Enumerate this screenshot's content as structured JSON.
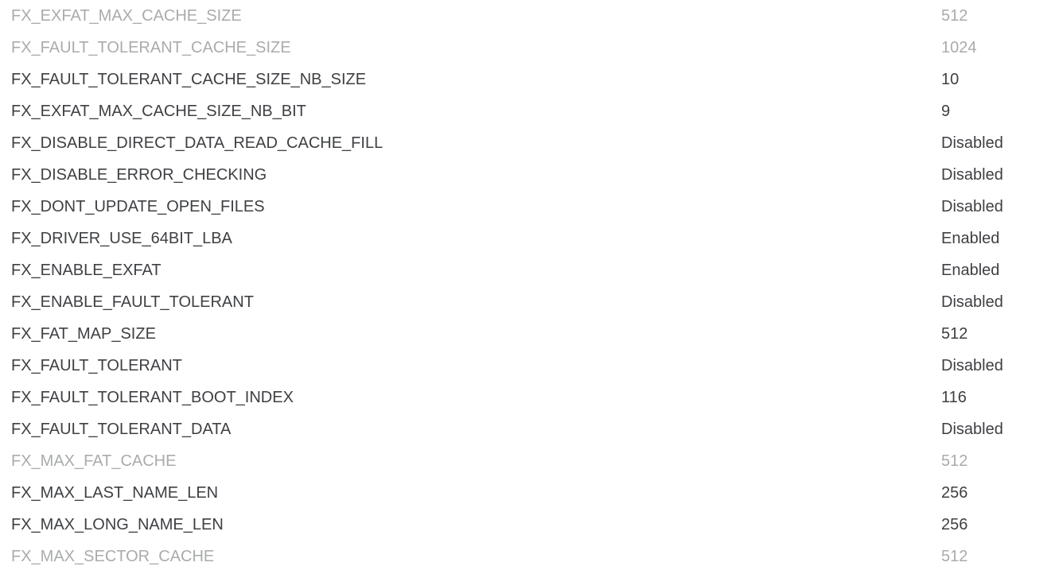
{
  "colors": {
    "background": "#ffffff",
    "text_normal": "#3e4043",
    "text_muted": "#a9abad"
  },
  "parameters": {
    "rows": [
      {
        "name": "FX_EXFAT_MAX_CACHE_SIZE",
        "value": "512",
        "state": "muted"
      },
      {
        "name": "FX_FAULT_TOLERANT_CACHE_SIZE",
        "value": "1024",
        "state": "muted"
      },
      {
        "name": "FX_FAULT_TOLERANT_CACHE_SIZE_NB_SIZE",
        "value": "10",
        "state": "normal"
      },
      {
        "name": "FX_EXFAT_MAX_CACHE_SIZE_NB_BIT",
        "value": "9",
        "state": "normal"
      },
      {
        "name": "FX_DISABLE_DIRECT_DATA_READ_CACHE_FILL",
        "value": "Disabled",
        "state": "normal"
      },
      {
        "name": "FX_DISABLE_ERROR_CHECKING",
        "value": "Disabled",
        "state": "normal"
      },
      {
        "name": "FX_DONT_UPDATE_OPEN_FILES",
        "value": "Disabled",
        "state": "normal"
      },
      {
        "name": "FX_DRIVER_USE_64BIT_LBA",
        "value": "Enabled",
        "state": "normal"
      },
      {
        "name": "FX_ENABLE_EXFAT",
        "value": "Enabled",
        "state": "normal"
      },
      {
        "name": "FX_ENABLE_FAULT_TOLERANT",
        "value": "Disabled",
        "state": "normal"
      },
      {
        "name": "FX_FAT_MAP_SIZE",
        "value": "512",
        "state": "normal"
      },
      {
        "name": "FX_FAULT_TOLERANT",
        "value": "Disabled",
        "state": "normal"
      },
      {
        "name": "FX_FAULT_TOLERANT_BOOT_INDEX",
        "value": "116",
        "state": "normal"
      },
      {
        "name": "FX_FAULT_TOLERANT_DATA",
        "value": "Disabled",
        "state": "normal"
      },
      {
        "name": "FX_MAX_FAT_CACHE",
        "value": "512",
        "state": "muted"
      },
      {
        "name": "FX_MAX_LAST_NAME_LEN",
        "value": "256",
        "state": "normal"
      },
      {
        "name": "FX_MAX_LONG_NAME_LEN",
        "value": "256",
        "state": "normal"
      },
      {
        "name": "FX_MAX_SECTOR_CACHE",
        "value": "512",
        "state": "muted"
      }
    ]
  }
}
